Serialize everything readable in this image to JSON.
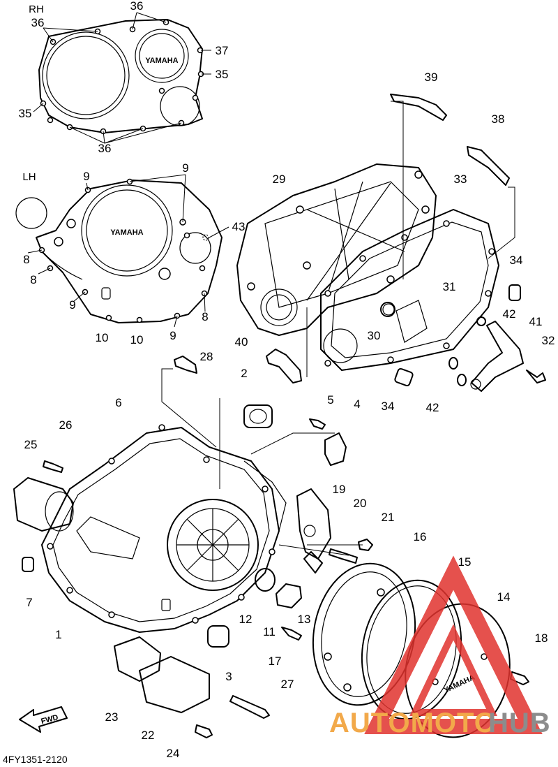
{
  "diagram": {
    "code": "4FY1351-2120",
    "side_labels": {
      "right": "RH",
      "left": "LH"
    },
    "brand_text": "YAMAHA",
    "fwd_text": "FWD",
    "watermark": {
      "text_a": "AUTOMOTO",
      "text_b": "HUB",
      "color_a": "#f2a94a",
      "color_b": "#8c8c8c",
      "triangle_color": "#e0332e"
    },
    "callouts": [
      {
        "id": "c36a",
        "label": "36"
      },
      {
        "id": "c36b",
        "label": "36"
      },
      {
        "id": "c37",
        "label": "37"
      },
      {
        "id": "c35a",
        "label": "35"
      },
      {
        "id": "c35b",
        "label": "35"
      },
      {
        "id": "c36c",
        "label": "36"
      },
      {
        "id": "c9a",
        "label": "9"
      },
      {
        "id": "c9b",
        "label": "9"
      },
      {
        "id": "c43",
        "label": "43"
      },
      {
        "id": "c8a",
        "label": "8"
      },
      {
        "id": "c8b",
        "label": "8"
      },
      {
        "id": "c9c",
        "label": "9"
      },
      {
        "id": "c8c",
        "label": "8"
      },
      {
        "id": "c10a",
        "label": "10"
      },
      {
        "id": "c10b",
        "label": "10"
      },
      {
        "id": "c9d",
        "label": "9"
      },
      {
        "id": "c39",
        "label": "39"
      },
      {
        "id": "c38",
        "label": "38"
      },
      {
        "id": "c29",
        "label": "29"
      },
      {
        "id": "c33",
        "label": "33"
      },
      {
        "id": "c34a",
        "label": "34"
      },
      {
        "id": "c31",
        "label": "31"
      },
      {
        "id": "c42a",
        "label": "42"
      },
      {
        "id": "c41",
        "label": "41"
      },
      {
        "id": "c30",
        "label": "30"
      },
      {
        "id": "c32",
        "label": "32"
      },
      {
        "id": "c40",
        "label": "40"
      },
      {
        "id": "c34b",
        "label": "34"
      },
      {
        "id": "c42b",
        "label": "42"
      },
      {
        "id": "c28",
        "label": "28"
      },
      {
        "id": "c2",
        "label": "2"
      },
      {
        "id": "c6",
        "label": "6"
      },
      {
        "id": "c5",
        "label": "5"
      },
      {
        "id": "c4",
        "label": "4"
      },
      {
        "id": "c26",
        "label": "26"
      },
      {
        "id": "c25",
        "label": "25"
      },
      {
        "id": "c19",
        "label": "19"
      },
      {
        "id": "c20",
        "label": "20"
      },
      {
        "id": "c21",
        "label": "21"
      },
      {
        "id": "c16",
        "label": "16"
      },
      {
        "id": "c15",
        "label": "15"
      },
      {
        "id": "c14",
        "label": "14"
      },
      {
        "id": "c7",
        "label": "7"
      },
      {
        "id": "c12",
        "label": "12"
      },
      {
        "id": "c13",
        "label": "13"
      },
      {
        "id": "c11",
        "label": "11"
      },
      {
        "id": "c1",
        "label": "1"
      },
      {
        "id": "c17",
        "label": "17"
      },
      {
        "id": "c18",
        "label": "18"
      },
      {
        "id": "c3",
        "label": "3"
      },
      {
        "id": "c23",
        "label": "23"
      },
      {
        "id": "c27",
        "label": "27"
      },
      {
        "id": "c22",
        "label": "22"
      },
      {
        "id": "c24",
        "label": "24"
      }
    ]
  }
}
